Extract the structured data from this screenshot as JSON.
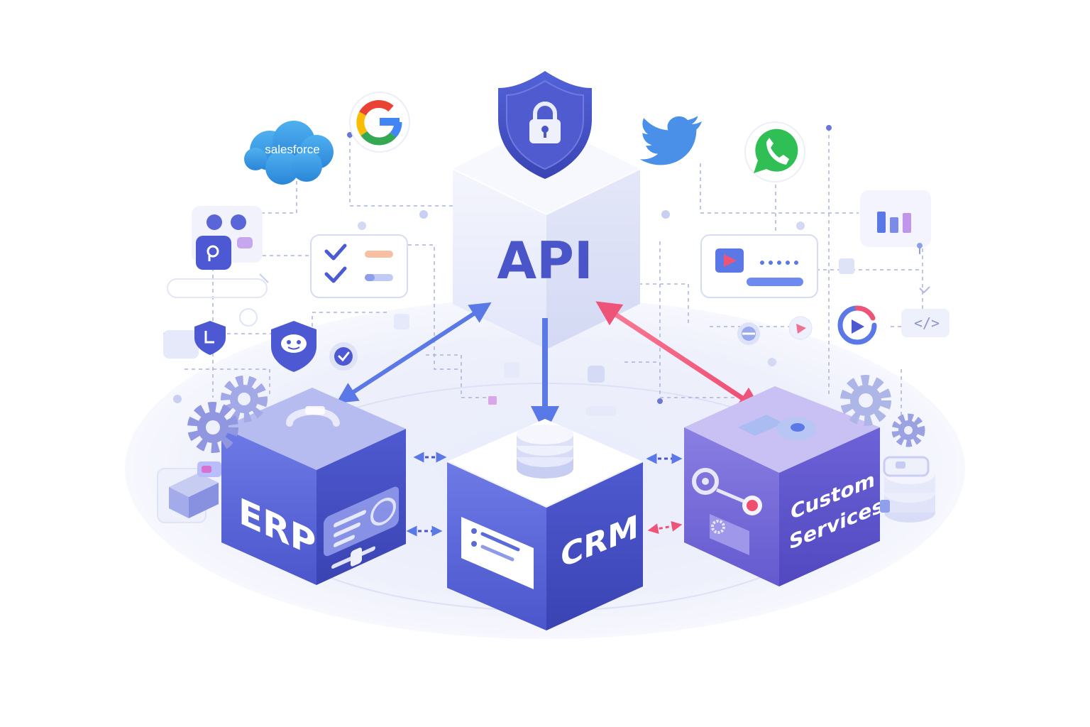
{
  "diagram": {
    "hub": {
      "label": "API"
    },
    "modules": [
      {
        "id": "erp",
        "label": "ERP"
      },
      {
        "id": "crm",
        "label": "CRM"
      },
      {
        "id": "custom",
        "label_line1": "Custom",
        "label_line2": "Services"
      }
    ],
    "integrations": {
      "salesforce": "salesforce",
      "google": "G",
      "code_tag": "</>"
    },
    "icons": [
      "shield-lock-icon",
      "salesforce-logo-icon",
      "google-logo-icon",
      "twitter-logo-icon",
      "whatsapp-logo-icon",
      "bar-chart-card-icon",
      "video-card-icon",
      "checklist-card-icon",
      "gear-icon",
      "database-stack-icon",
      "server-rack-icon",
      "play-loop-icon",
      "code-tag-icon"
    ],
    "colors": {
      "primary": "#4a55c9",
      "arrow_blue": "#5a78e6",
      "arrow_pink": "#f0607e",
      "cube_front": "#5865d8",
      "cube_side": "#3f48b8",
      "custom_top": "#c2b8f2",
      "custom_front": "#7a6fd9",
      "google_blue": "#4285f4",
      "google_red": "#ea4335",
      "google_yellow": "#fbbc05",
      "google_green": "#34a853",
      "salesforce": "#2f9be6",
      "twitter": "#4a90e8",
      "whatsapp": "#2fbf55"
    }
  }
}
